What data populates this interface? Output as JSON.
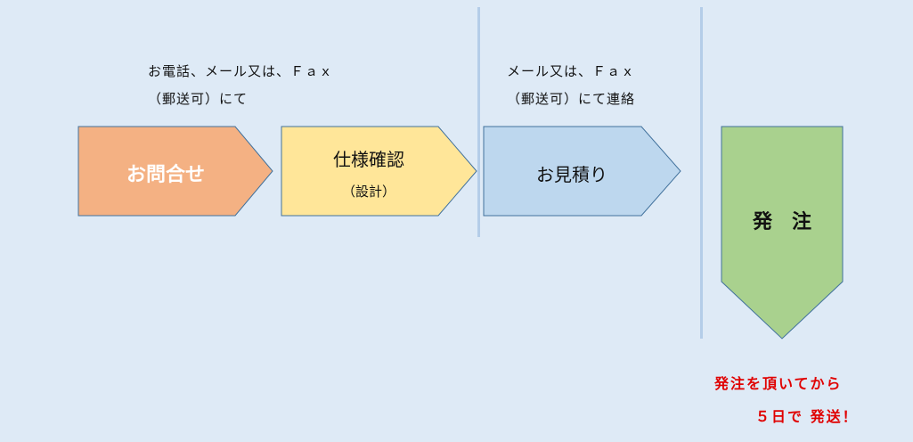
{
  "captions": {
    "contact_line1": "お電話、メール又は、Ｆａｘ",
    "contact_line2": "（郵送可）にて",
    "estimate_line1": "メール又は、Ｆａｘ",
    "estimate_line2": "（郵送可）にて連絡"
  },
  "steps": {
    "inquiry": {
      "label": "お問合せ",
      "color": "#f4b183"
    },
    "spec": {
      "label": "仕様確認",
      "sublabel": "（設計）",
      "color": "#ffe699"
    },
    "estimate": {
      "label": "お見積り",
      "color": "#bdd7ee"
    },
    "order": {
      "label": "発　注",
      "color": "#a9d18e"
    }
  },
  "note": {
    "line1": "発注を頂いてから",
    "line2": "５日で 発送！",
    "color": "#e00000"
  }
}
